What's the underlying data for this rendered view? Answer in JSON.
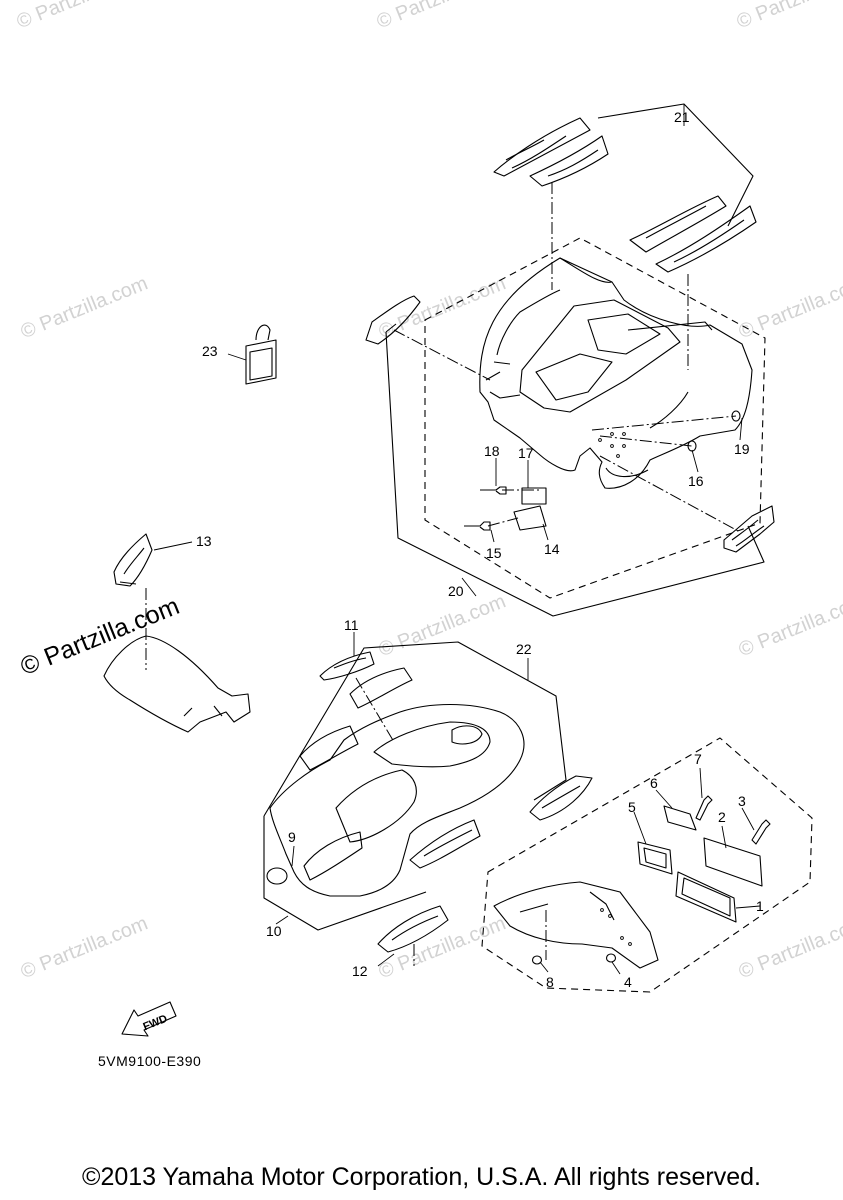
{
  "watermark": {
    "light_text": "© Partzilla.com",
    "dark_text": "© Partzilla.com"
  },
  "callouts": [
    "1",
    "2",
    "3",
    "4",
    "5",
    "6",
    "7",
    "8",
    "9",
    "10",
    "11",
    "12",
    "13",
    "14",
    "15",
    "16",
    "17",
    "18",
    "19",
    "20",
    "21",
    "22",
    "23"
  ],
  "fwd_label": "FWD",
  "diagram_code": "5VM9100-E390",
  "copyright": "©2013 Yamaha Motor Corporation, U.S.A. All rights reserved.",
  "colors": {
    "line": "#000000",
    "watermark": "#d2d2d2",
    "background": "#ffffff"
  }
}
